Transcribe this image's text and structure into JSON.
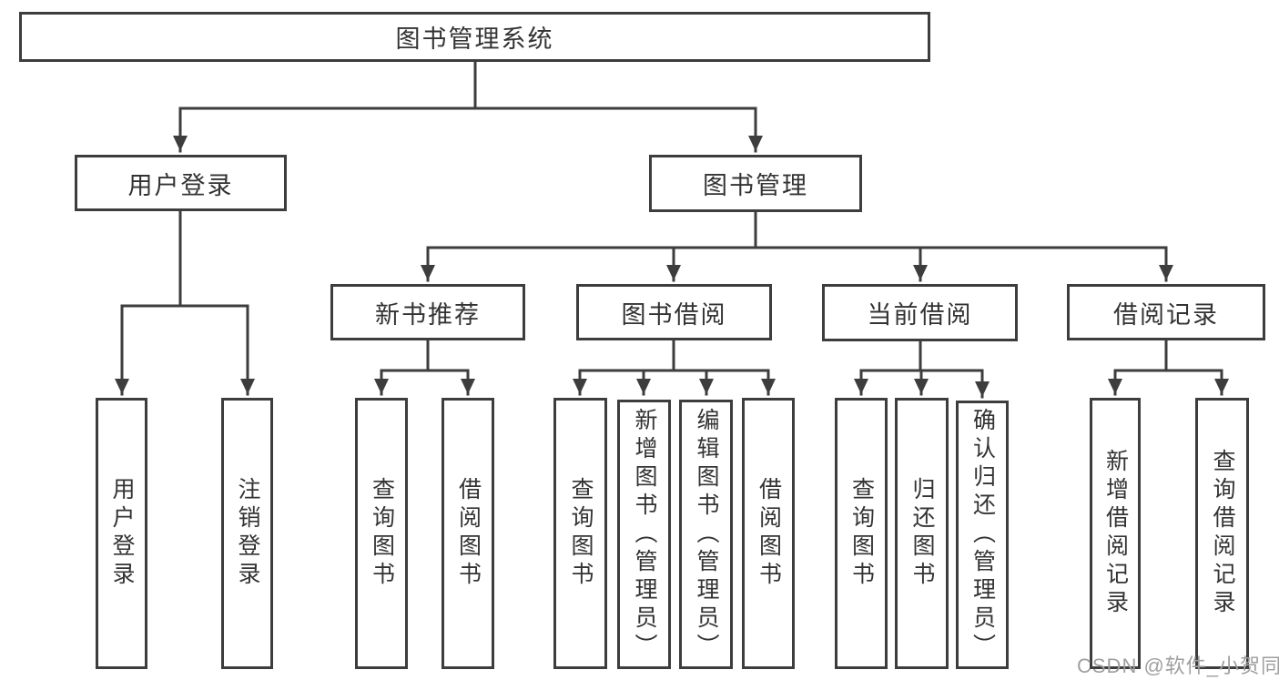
{
  "nodes": {
    "root": "图书管理系统",
    "user_login": "用户登录",
    "book_management": "图书管理",
    "new_book_recommend": "新书推荐",
    "book_borrow": "图书借阅",
    "current_borrow": "当前借阅",
    "borrow_record": "借阅记录",
    "leaf_user_login": "用户登录",
    "leaf_logout_login": "注销登录",
    "leaf_nbr_query_book": "查询图书",
    "leaf_nbr_borrow_book": "借阅图书",
    "leaf_bb_query_book": "查询图书",
    "leaf_bb_add_book": "新增图书（管理员）",
    "leaf_bb_edit_book": "编辑图书（管理员）",
    "leaf_bb_borrow_book": "借阅图书",
    "leaf_cb_query_book": "查询图书",
    "leaf_cb_return_book": "归还图书",
    "leaf_cb_confirm_return": "确认归还（管理员）",
    "leaf_br_add_record": "新增借阅记录",
    "leaf_br_query_record": "查询借阅记录"
  },
  "hierarchy": {
    "图书管理系统": {
      "用户登录": [
        "用户登录",
        "注销登录"
      ],
      "图书管理": {
        "新书推荐": [
          "查询图书",
          "借阅图书"
        ],
        "图书借阅": [
          "查询图书",
          "新增图书（管理员）",
          "编辑图书（管理员）",
          "借阅图书"
        ],
        "当前借阅": [
          "查询图书",
          "归还图书",
          "确认归还（管理员）"
        ],
        "借阅记录": [
          "新增借阅记录",
          "查询借阅记录"
        ]
      }
    }
  },
  "watermark": "CSDN @软件_小贺同学",
  "colors": {
    "background": "#ffffff",
    "box_border": "#3d3d3d",
    "line": "#3d3d3d",
    "text": "#333333",
    "watermark": "#9f9f9f"
  }
}
